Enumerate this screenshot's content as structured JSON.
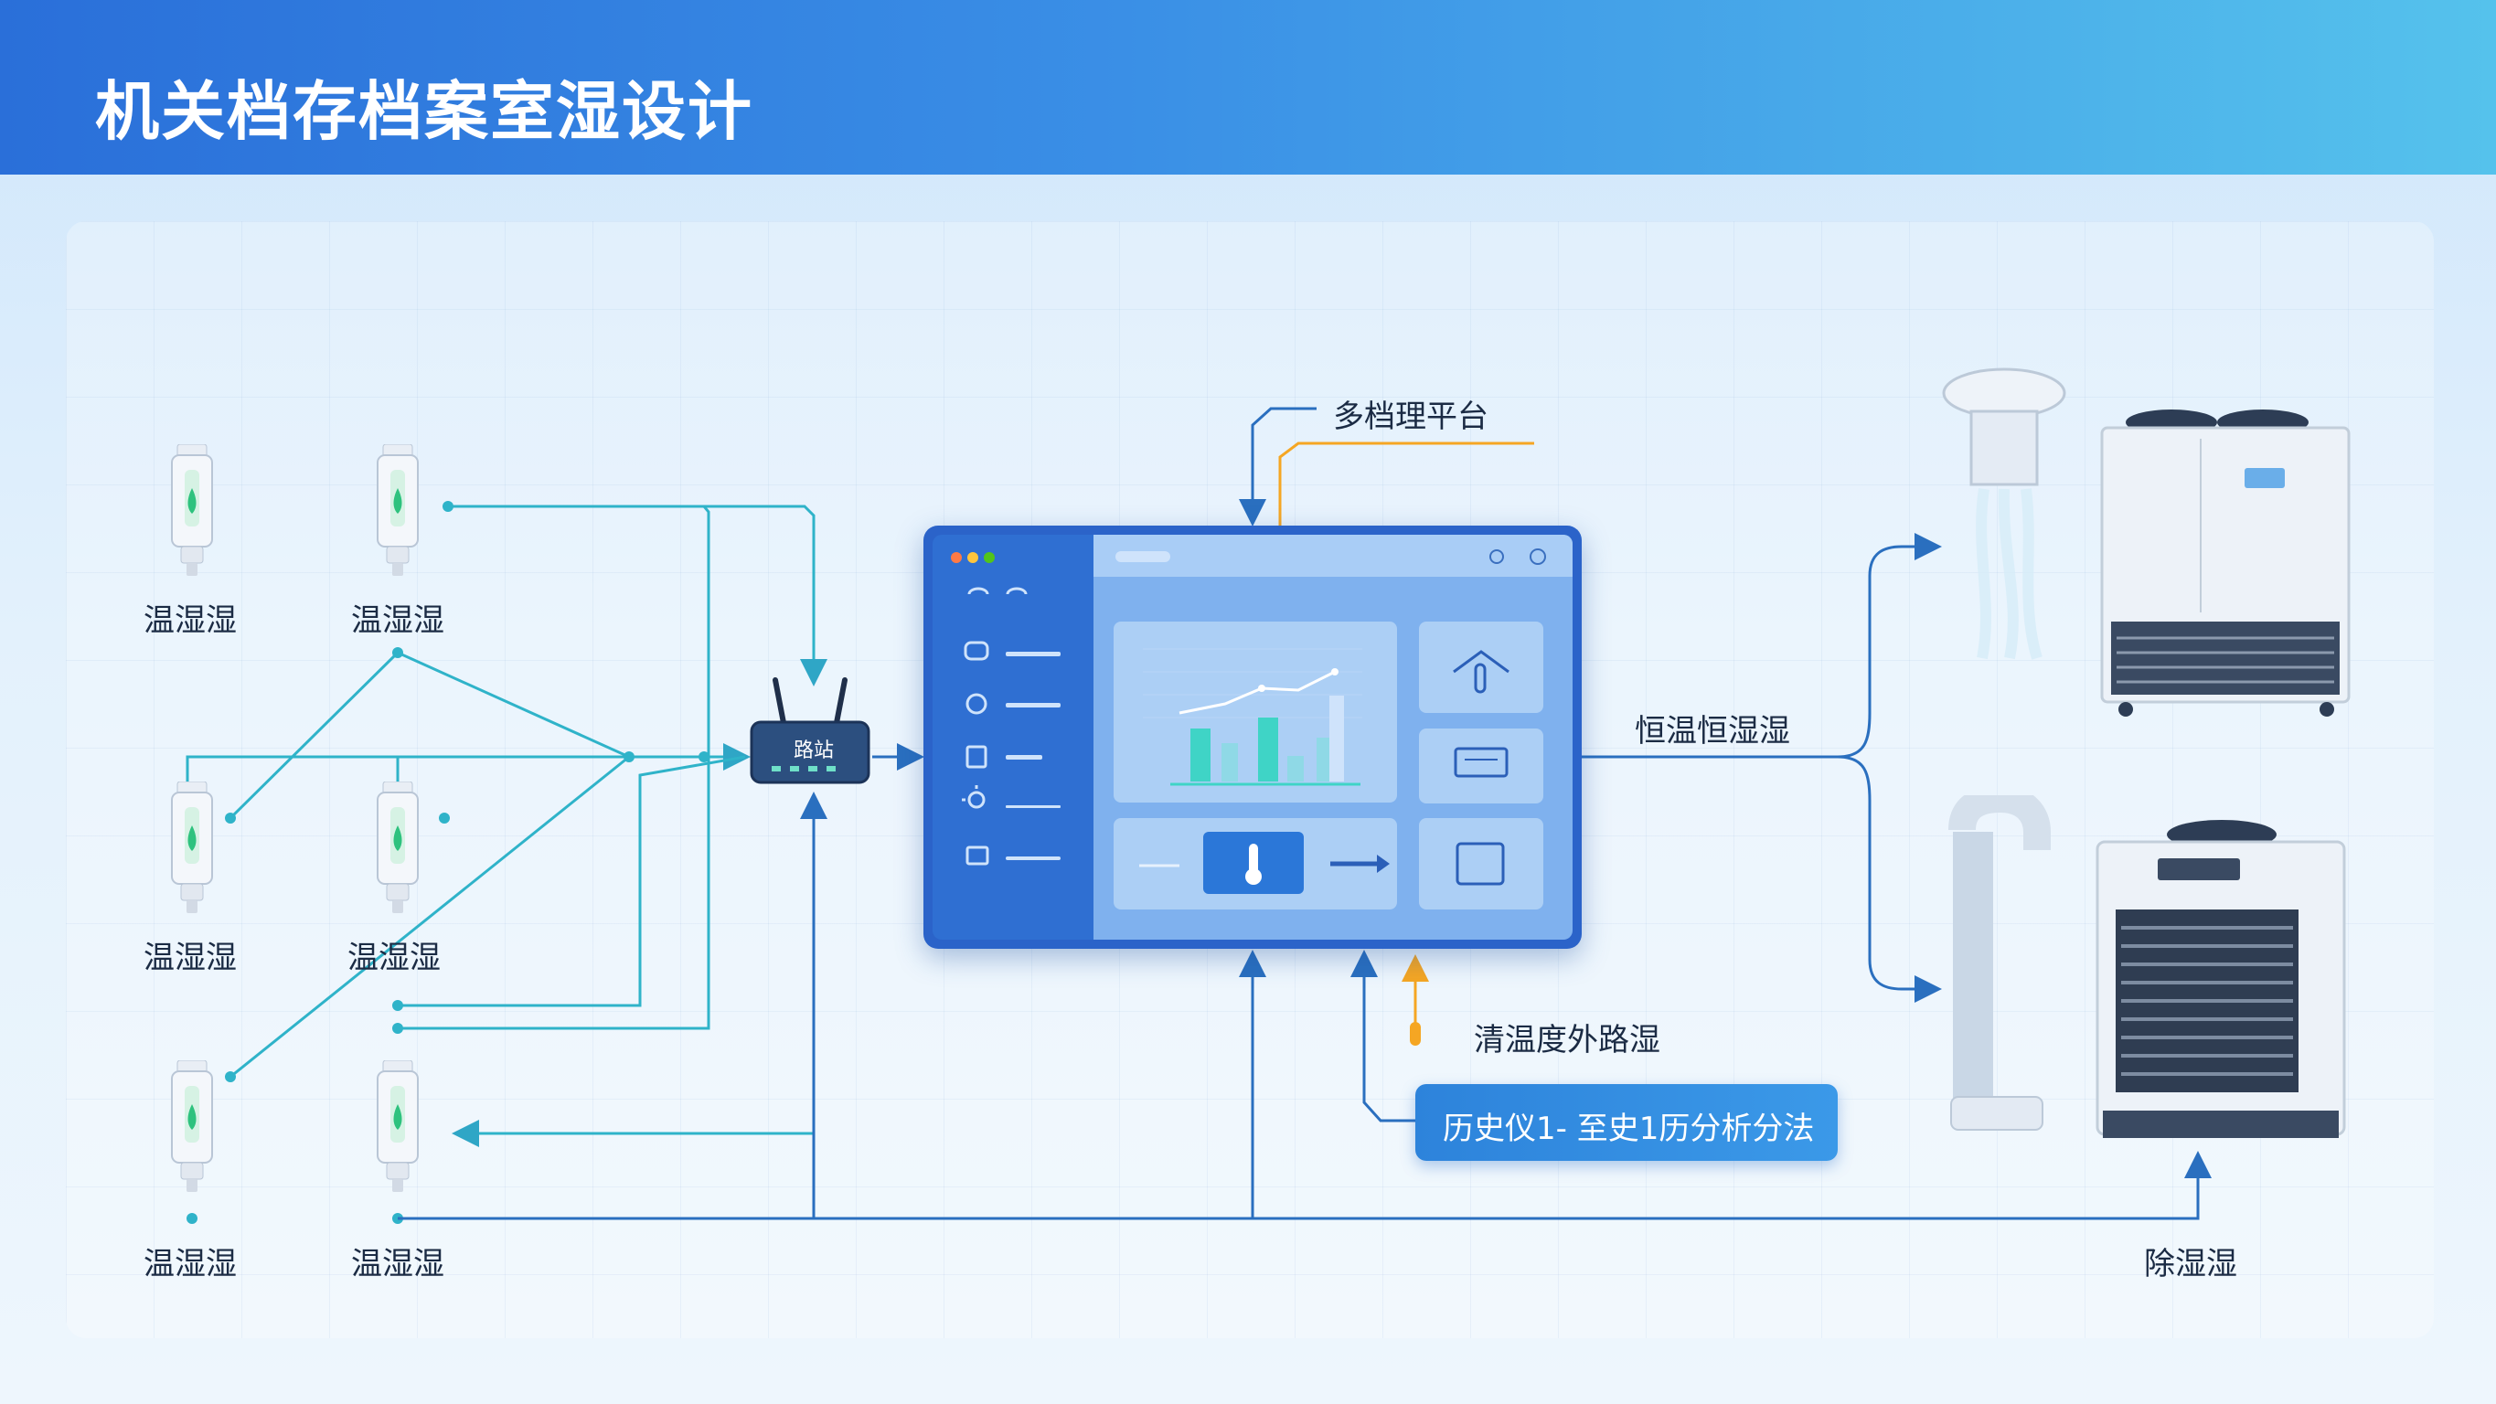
{
  "title": "机关档存档案室湿设计",
  "sensors": [
    {
      "label": "温湿湿"
    },
    {
      "label": "温湿湿"
    },
    {
      "label": "温湿湿"
    },
    {
      "label": "温湿湿"
    },
    {
      "label": "温湿湿"
    },
    {
      "label": "温湿湿"
    }
  ],
  "router": {
    "label": "路站"
  },
  "platform_label": "多档理平台",
  "constant_label": "恒温恒湿湿",
  "outdoor_label": "清温度外路湿",
  "history_button": "历史仪1- 至史1历分析分法",
  "dehumid_label": "除湿湿",
  "colors": {
    "line": "#2fb3c9",
    "arrow": "#2a6fbf",
    "accent": "#f5a623",
    "header": "#2a6fd9"
  }
}
